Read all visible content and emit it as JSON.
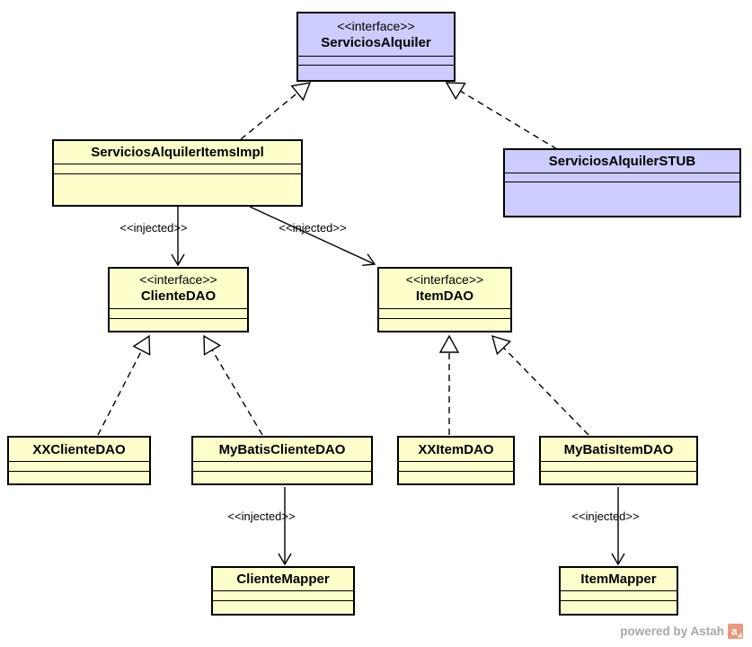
{
  "diagram_type": "uml-class-diagram",
  "colors": {
    "background": "#ffffff",
    "interface_fill": "#ccccff",
    "class_fill": "#ffffcc",
    "line": "#000000",
    "watermark_text": "#a8a8a8",
    "watermark_logo": "#e8997e"
  },
  "classes": {
    "serviciosAlquiler": {
      "kind": "interface",
      "stereotype": "<<interface>>",
      "name": "ServiciosAlquiler"
    },
    "serviciosAlquilerItemsImpl": {
      "kind": "class",
      "name": "ServiciosAlquilerItemsImpl"
    },
    "serviciosAlquilerSTUB": {
      "kind": "class",
      "name": "ServiciosAlquilerSTUB"
    },
    "clienteDAO": {
      "kind": "interface",
      "stereotype": "<<interface>>",
      "name": "ClienteDAO"
    },
    "itemDAO": {
      "kind": "interface",
      "stereotype": "<<interface>>",
      "name": "ItemDAO"
    },
    "xxClienteDAO": {
      "kind": "class",
      "name": "XXClienteDAO"
    },
    "myBatisClienteDAO": {
      "kind": "class",
      "name": "MyBatisClienteDAO"
    },
    "xxItemDAO": {
      "kind": "class",
      "name": "XXItemDAO"
    },
    "myBatisItemDAO": {
      "kind": "class",
      "name": "MyBatisItemDAO"
    },
    "clienteMapper": {
      "kind": "class",
      "name": "ClienteMapper"
    },
    "itemMapper": {
      "kind": "class",
      "name": "ItemMapper"
    }
  },
  "relationships": [
    {
      "type": "realization",
      "from": "ServiciosAlquilerItemsImpl",
      "to": "ServiciosAlquiler"
    },
    {
      "type": "realization",
      "from": "ServiciosAlquilerSTUB",
      "to": "ServiciosAlquiler"
    },
    {
      "type": "dependency",
      "stereotype": "<<injected>>",
      "from": "ServiciosAlquilerItemsImpl",
      "to": "ClienteDAO"
    },
    {
      "type": "dependency",
      "stereotype": "<<injected>>",
      "from": "ServiciosAlquilerItemsImpl",
      "to": "ItemDAO"
    },
    {
      "type": "realization",
      "from": "XXClienteDAO",
      "to": "ClienteDAO"
    },
    {
      "type": "realization",
      "from": "MyBatisClienteDAO",
      "to": "ClienteDAO"
    },
    {
      "type": "realization",
      "from": "XXItemDAO",
      "to": "ItemDAO"
    },
    {
      "type": "realization",
      "from": "MyBatisItemDAO",
      "to": "ItemDAO"
    },
    {
      "type": "dependency",
      "stereotype": "<<injected>>",
      "from": "MyBatisClienteDAO",
      "to": "ClienteMapper"
    },
    {
      "type": "dependency",
      "stereotype": "<<injected>>",
      "from": "MyBatisItemDAO",
      "to": "ItemMapper"
    }
  ],
  "watermark": {
    "text": "powered by Astah"
  }
}
